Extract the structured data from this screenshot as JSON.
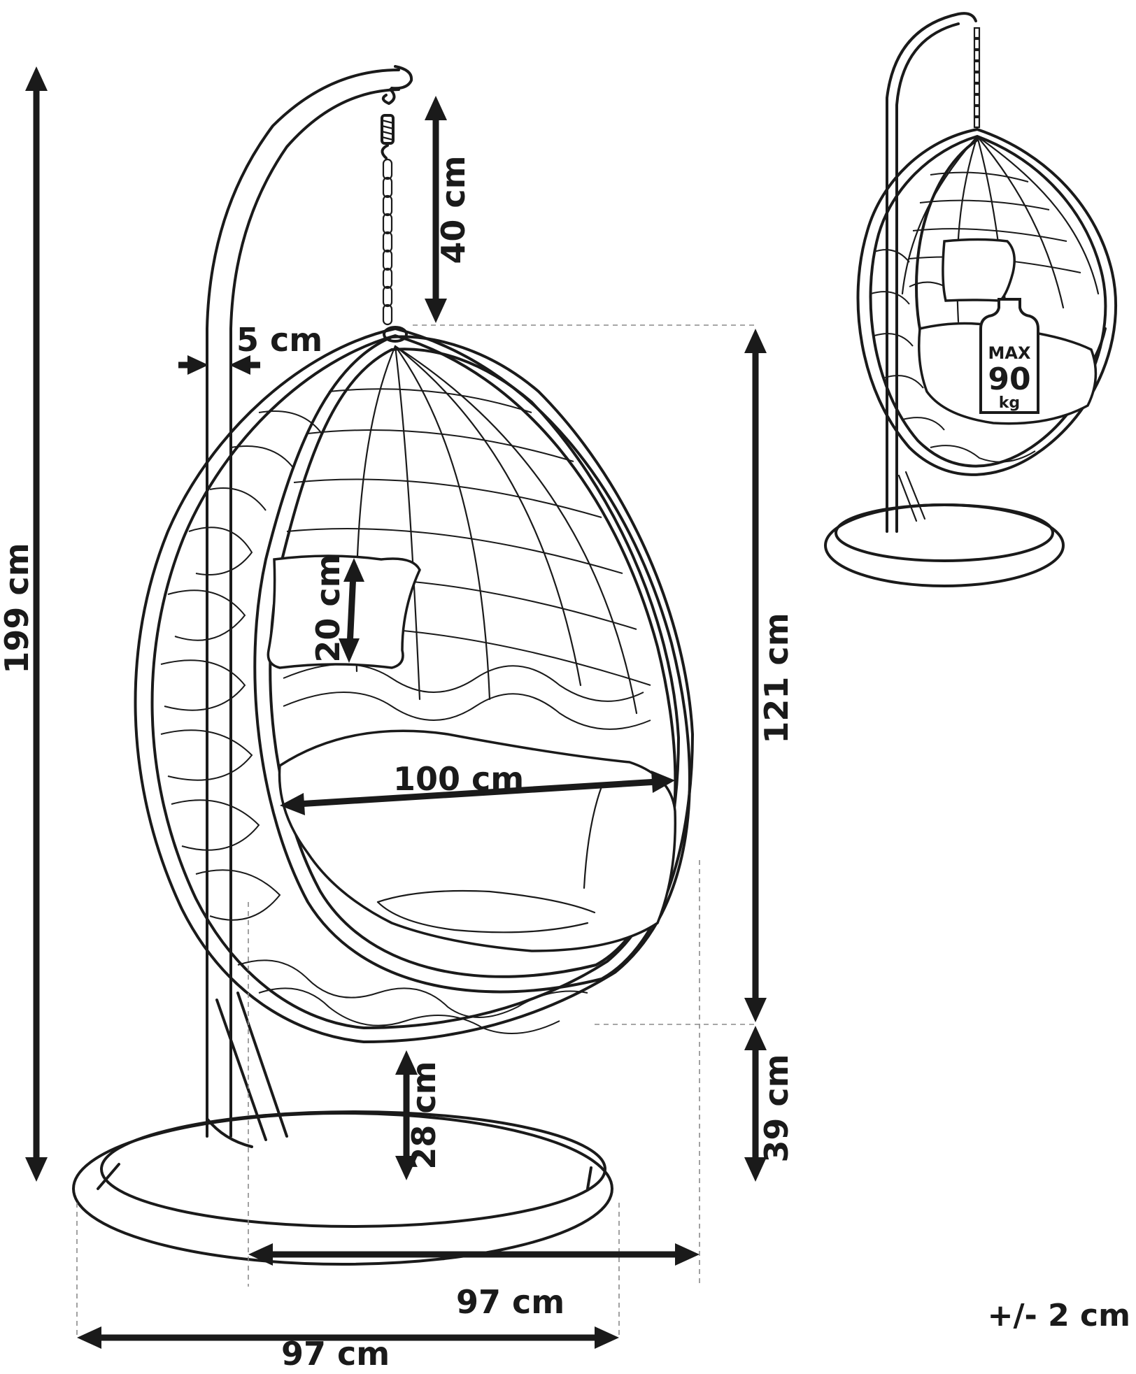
{
  "dimensions": {
    "total_height": "199 cm",
    "chain_length": "40 cm",
    "pole_thickness": "5 cm",
    "pillow_height": "20 cm",
    "seat_width": "100 cm",
    "basket_height": "121 cm",
    "bottom_clearance": "39 cm",
    "seat_to_base": "28 cm",
    "basket_depth": "97 cm",
    "base_diameter": "97 cm"
  },
  "weight_limit": {
    "max_label": "MAX",
    "value": "90",
    "unit": "kg"
  },
  "tolerance": "+/- 2 cm",
  "colors": {
    "line": "#1a1a1a",
    "guide": "#8a8a8a",
    "background": "#ffffff"
  }
}
